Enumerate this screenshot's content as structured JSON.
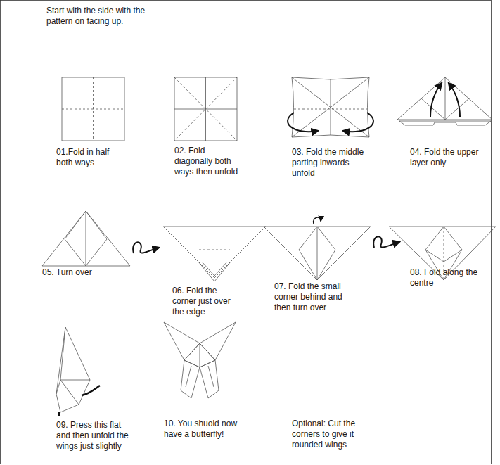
{
  "diagram": {
    "labels": [
      "Start with the side with the pattern on facing up.",
      "01.Fold in half both ways",
      "02. Fold diagonally both ways then unfold",
      "03. Fold the middle parting inwards unfold",
      "04. Fold the upper layer only",
      "05. Turn over",
      "06. Fold the corner just over the edge",
      "07. Fold the small corner behind and then turn over",
      "08. Fold along the centre",
      "09. Press this flat and then unfold the wings just slightly",
      "10. You shuold now have a butterfly!",
      "Optional: Cut the corners to give it rounded wings"
    ]
  }
}
